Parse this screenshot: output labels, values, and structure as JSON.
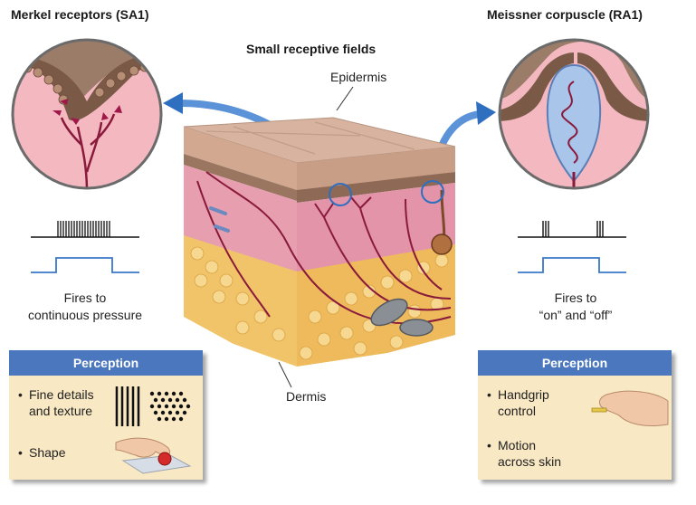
{
  "titles": {
    "left": "Merkel receptors (SA1)",
    "right": "Meissner corpuscle (RA1)",
    "center": "Small receptive fields"
  },
  "labels": {
    "epidermis": "Epidermis",
    "dermis": "Dermis"
  },
  "left_fires": {
    "line1": "Fires to",
    "line2": "continuous pressure"
  },
  "right_fires": {
    "line1": "Fires to",
    "line2": "“on” and “off”"
  },
  "left_panel": {
    "header": "Perception",
    "items": [
      {
        "line1": "Fine details",
        "line2": "and texture"
      },
      {
        "line1": "Shape"
      }
    ]
  },
  "right_panel": {
    "header": "Perception",
    "items": [
      {
        "line1": "Handgrip",
        "line2": "control"
      },
      {
        "line1": "Motion",
        "line2": "across skin"
      }
    ]
  },
  "colors": {
    "panel_header": "#4a77bd",
    "panel_body": "#f9e8c4",
    "signal_blue": "#3a78c8",
    "dermis_pink": "#e8a4b0",
    "epidermis_tan": "#c9a38a",
    "fat_yellow": "#f2c46a",
    "nerve": "#8a1a3c"
  }
}
